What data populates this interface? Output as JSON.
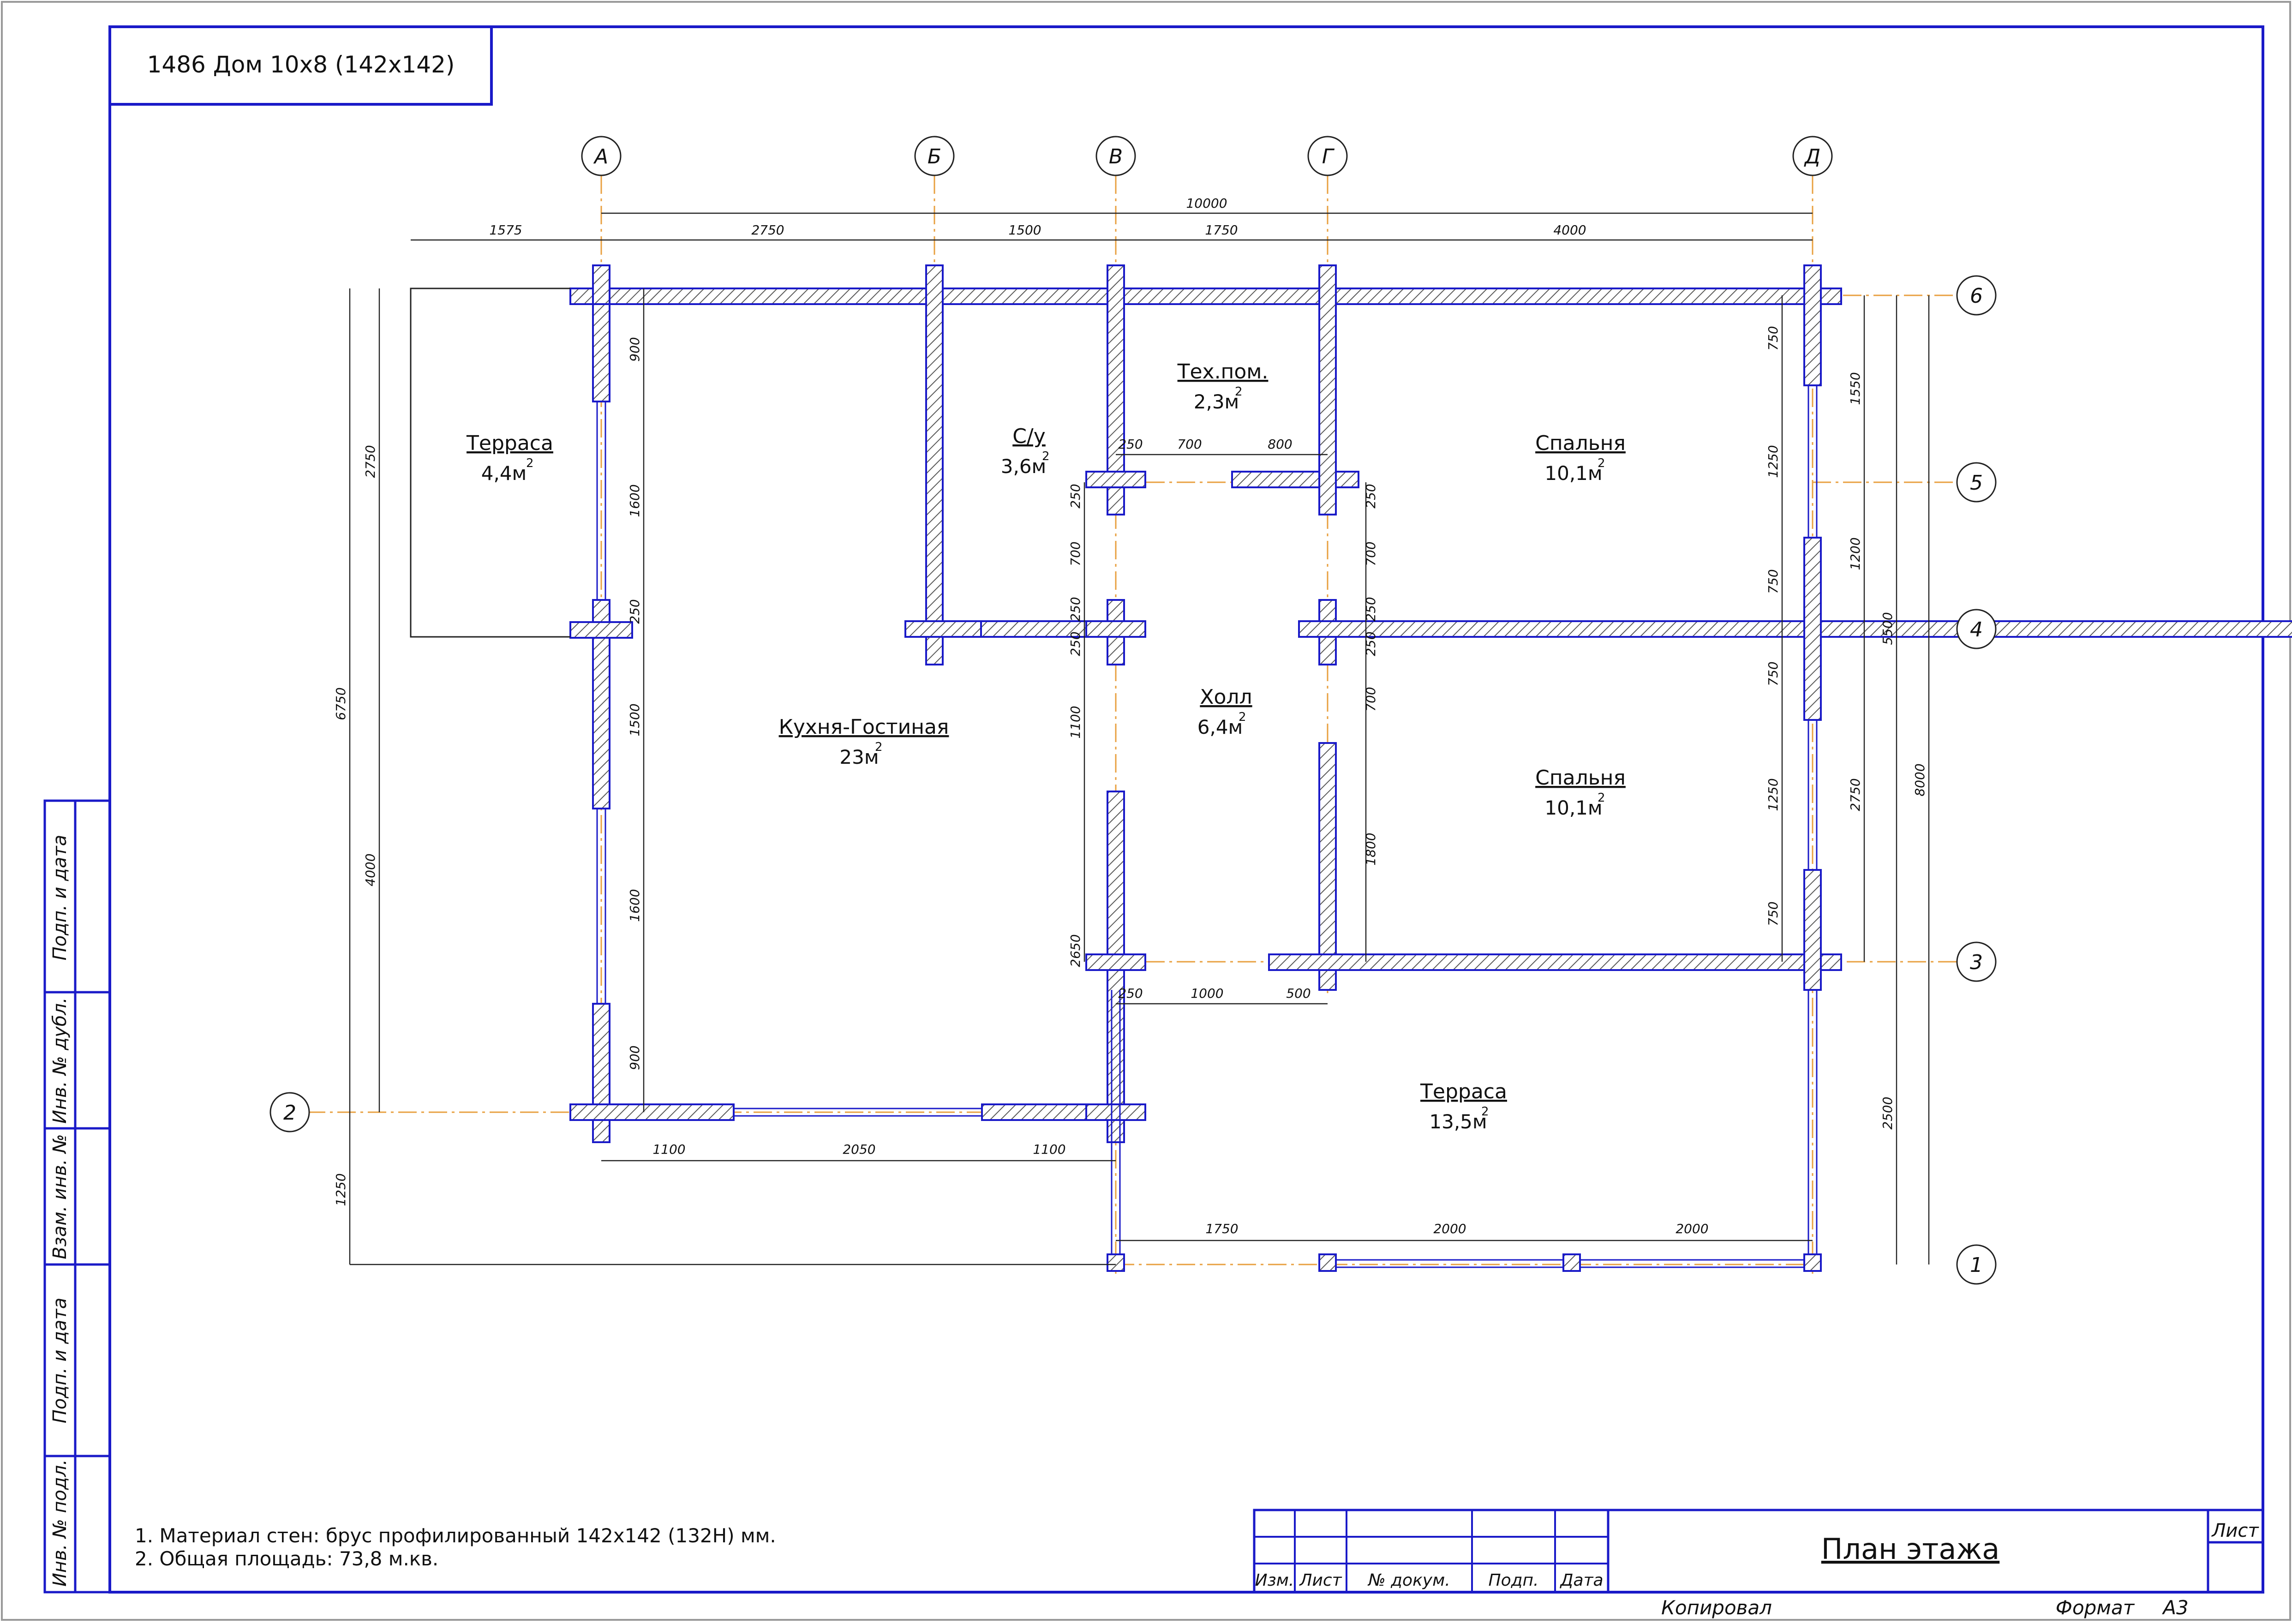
{
  "title_block": {
    "project": "1486 Дом 10х8 (142х142)",
    "sheet_title": "План этажа",
    "sheet_label": "Лист",
    "columns": [
      "Изм.",
      "Лист",
      "№ докум.",
      "Подп.",
      "Дата"
    ],
    "copied": "Копировал",
    "format_label": "Формат",
    "format_value": "А3"
  },
  "side_stamp": [
    "Инв. № подл.",
    "Подп. и дата",
    "Взам. инв. №",
    "Инв. № дубл.",
    "Подп. и дата"
  ],
  "notes": [
    "1. Материал стен: брус профилированный 142х142 (132Н) мм.",
    "2. Общая площадь: 73,8 м.кв."
  ],
  "axes": {
    "letters": [
      "А",
      "Б",
      "В",
      "Г",
      "Д"
    ],
    "numbers": [
      "6",
      "5",
      "4",
      "3",
      "2",
      "1"
    ]
  },
  "rooms": [
    {
      "name": "Терраса",
      "area": "4,4м",
      "sup": "2"
    },
    {
      "name": "С/у",
      "area": "3,6м",
      "sup": "2"
    },
    {
      "name": "Тех.пом.",
      "area": "2,3м",
      "sup": "2"
    },
    {
      "name": "Спальня",
      "area": "10,1м",
      "sup": "2"
    },
    {
      "name": "Кухня-Гостиная",
      "area": "23м",
      "sup": "2"
    },
    {
      "name": "Холл",
      "area": "6,4м",
      "sup": "2"
    },
    {
      "name": "Спальня",
      "area": "10,1м",
      "sup": "2"
    },
    {
      "name": "Терраса",
      "area": "13,5м",
      "sup": "2"
    }
  ],
  "dimensions": {
    "overall_width": "10000",
    "top": [
      "1575",
      "2750",
      "1500",
      "1750",
      "4000"
    ],
    "left_outer": "6750",
    "left_mid": [
      "2750",
      "4000"
    ],
    "left_bottom": "1250",
    "wall_a": [
      "900",
      "1600",
      "250",
      "1500",
      "1600",
      "900"
    ],
    "bottom_a": [
      "1100",
      "2050",
      "1100"
    ],
    "terrace_bottom": [
      "1750",
      "2000",
      "2000"
    ],
    "tech": [
      "250",
      "700",
      "800"
    ],
    "hall": [
      "250",
      "700",
      "250",
      "250",
      "1100",
      "2650",
      "250",
      "1000",
      "500"
    ],
    "hall_right": [
      "250",
      "700",
      "250",
      "250",
      "700",
      "1800"
    ],
    "right_inner": [
      "750",
      "1250",
      "750",
      "750",
      "1250",
      "750"
    ],
    "right_mid": [
      "1550",
      "1200",
      "2750"
    ],
    "right_outer": [
      "5500",
      "8000"
    ],
    "right_terrace": "2500"
  }
}
